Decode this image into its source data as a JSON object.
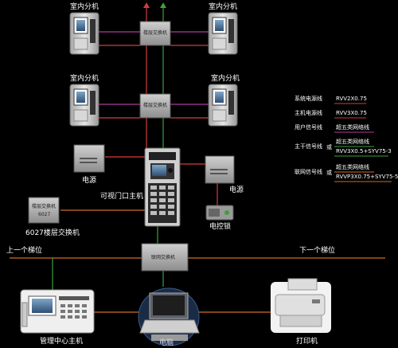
{
  "labels": {
    "indoor_unit_1": "室内分机",
    "indoor_unit_2": "室内分机",
    "indoor_unit_3": "室内分机",
    "indoor_unit_4": "室内分机",
    "floor_switch_1": "楼层交换机",
    "floor_switch_2": "楼层交换机",
    "power_left": "电源",
    "power_right": "电源",
    "door_station": "可视门口主机",
    "lock": "电控锁",
    "floor_switch_6027_title": "楼层交换机",
    "floor_switch_6027_model": "6027",
    "floor_switch_6027_caption": "6027楼层交换机",
    "network_switch": "联网交换机",
    "prev_stair": "上一个梯位",
    "next_stair": "下一个梯位",
    "management_host": "管理中心主机",
    "computer": "电脑",
    "printer": "打印机"
  },
  "legend": {
    "rows": [
      {
        "key": "系统电源线",
        "value": "RVV2X0.75",
        "color": "#d23c3c"
      },
      {
        "key": "主机电源线",
        "value": "RVV3X0.75",
        "color": "#d23c3c"
      },
      {
        "key": "用户信号线",
        "value": "超五类网络线",
        "color": "#b03a9a"
      },
      {
        "key": "主干信号线",
        "value": "超五类网络线",
        "alt": "RVV3X0.5+SYV75-3",
        "color": "#3ea03e"
      },
      {
        "key": "联网信号线",
        "value": "超五类网络线",
        "alt": "RVVP3X0.75+SYV75-5",
        "color": "#d36a2a"
      }
    ],
    "or_text": "或"
  },
  "colors": {
    "power": "#d23c3c",
    "user_signal": "#b03a9a",
    "trunk": "#3ea03e",
    "network": "#d36a2a"
  }
}
